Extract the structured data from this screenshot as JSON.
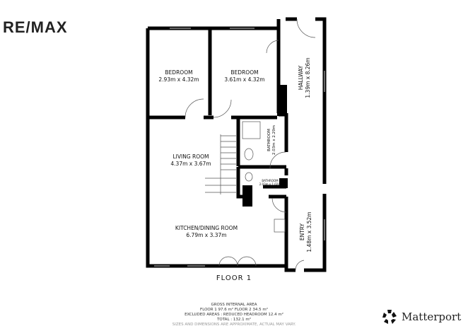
{
  "brand": {
    "logo": "RE/MAX",
    "footer_logo": "Matterport"
  },
  "rooms": [
    {
      "name": "BEDROOM",
      "dims": "2.93m x 4.32m"
    },
    {
      "name": "BEDROOM",
      "dims": "3.61m x 4.32m"
    },
    {
      "name": "HALLWAY",
      "dims": "1.39m x 8.26m"
    },
    {
      "name": "BATHROOM",
      "dims": "2.03m x 2.29m"
    },
    {
      "name": "BATHROOM",
      "dims": "2.03m x 1.02m"
    },
    {
      "name": "LIVING ROOM",
      "dims": "4.37m x 3.67m"
    },
    {
      "name": "KITCHEN/DINING ROOM",
      "dims": "6.79m x 3.37m"
    },
    {
      "name": "ENTRY",
      "dims": "1.48m x 3.52m"
    }
  ],
  "floor_label": "FLOOR 1",
  "area": {
    "title": "GROSS INTERNAL AREA",
    "floors": "FLOOR 1 97.6 m²   FLOOR 2 34.5 m²",
    "excluded": "EXCLUDED AREAS :  REDUCED HEADROOM 12.4 m²",
    "total": "TOTAL :  132.1 m²",
    "note": "SIZES AND DIMENSIONS ARE APPROXIMATE, ACTUAL MAY VARY."
  }
}
